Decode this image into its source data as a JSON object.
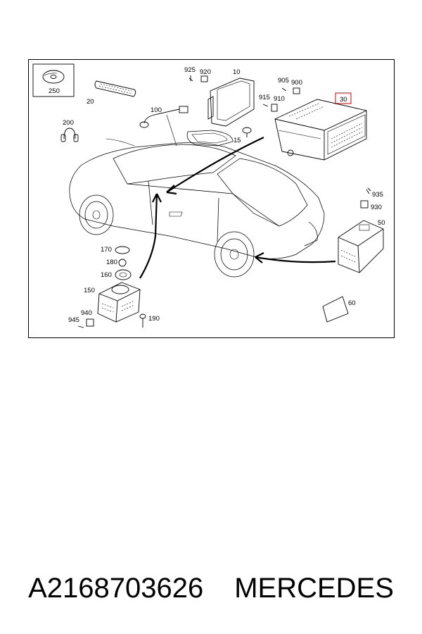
{
  "diagram": {
    "highlight_color": "#e0252b",
    "labels": {
      "p250": "250",
      "p20": "20",
      "p925": "925",
      "p920": "920",
      "p10": "10",
      "p905": "905",
      "p900": "900",
      "p915": "915",
      "p910": "910",
      "p30": "30",
      "p200": "200",
      "p100": "100",
      "p15": "15",
      "p935": "935",
      "p930": "930",
      "p50": "50",
      "p170": "170",
      "p180": "180",
      "p160": "160",
      "p150": "150",
      "p940": "940",
      "p945": "945",
      "p190": "190",
      "p60": "60"
    }
  },
  "footer": {
    "part_number": "A2168703626",
    "brand": "MERCEDES"
  }
}
